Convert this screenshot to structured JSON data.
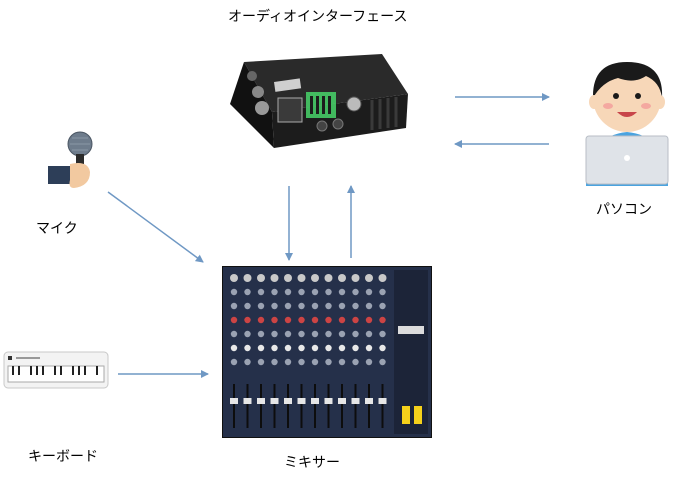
{
  "labels": {
    "audio_interface": "オーディオインターフェース",
    "pc": "パソコン",
    "mic": "マイク",
    "keyboard": "キーボード",
    "mixer": "ミキサー"
  },
  "colors": {
    "arrow": "#6f98c4",
    "skin": "#f7d7b8",
    "hair": "#1a1a1a",
    "shirt": "#4aa3df",
    "laptop": "#dfe3e8",
    "mixer_body": "#25304a",
    "interface_body": "#1c1c1c",
    "display_green": "#48d36a"
  }
}
